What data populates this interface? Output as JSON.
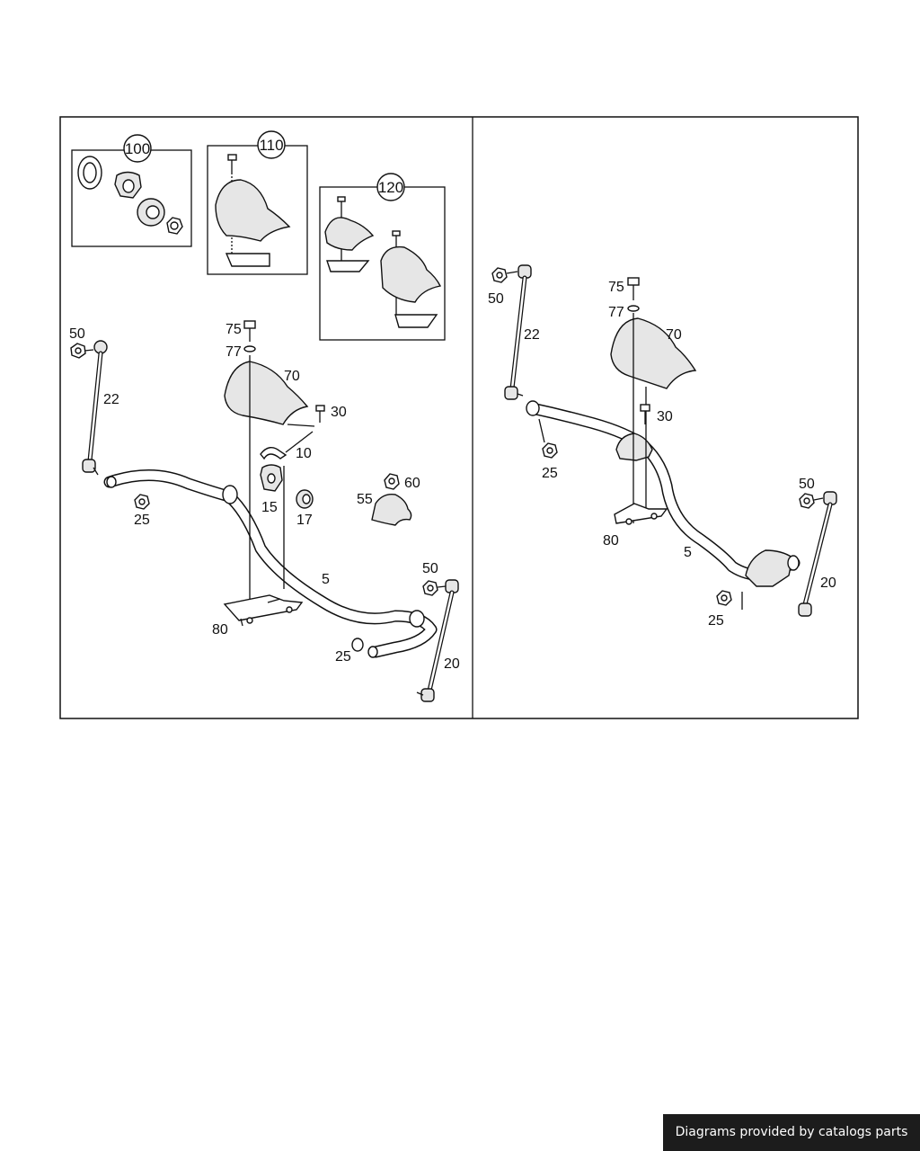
{
  "left_panel": {
    "kit_labels": [
      "100",
      "110",
      "120"
    ],
    "labels": {
      "l50": "50",
      "l22": "22",
      "l75": "75",
      "l77": "77",
      "l70": "70",
      "l30": "30",
      "l10": "10",
      "l15": "15",
      "l17": "17",
      "l25a": "25",
      "l55": "55",
      "l60": "60",
      "l5": "5",
      "l80": "80",
      "l25b": "25",
      "l50b": "50",
      "l20": "20"
    }
  },
  "right_panel": {
    "labels": {
      "l50": "50",
      "l22": "22",
      "l75": "75",
      "l77": "77",
      "l70": "70",
      "l30": "30",
      "l25a": "25",
      "l80": "80",
      "l5": "5",
      "l50b": "50",
      "l20": "20",
      "l25b": "25"
    }
  },
  "footer": {
    "credit": "Diagrams provided by catalogs parts"
  }
}
